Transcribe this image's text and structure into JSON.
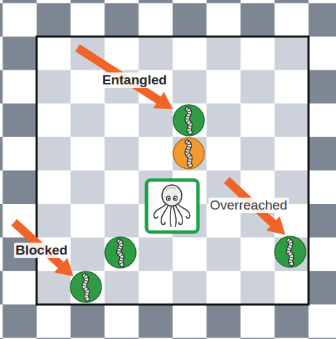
{
  "diagram": {
    "labels": [
      "Entangled",
      "Overreached",
      "Blocked"
    ]
  }
}
